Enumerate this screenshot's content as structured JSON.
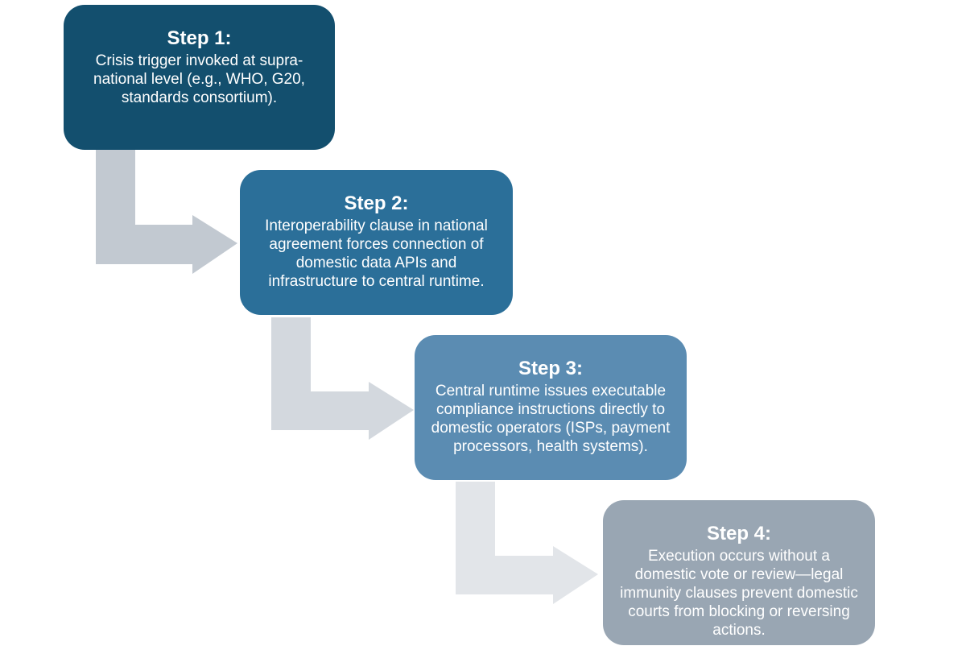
{
  "steps": [
    {
      "title": "Step 1:",
      "description": "Crisis trigger invoked at supra-national level (e.g., WHO, G20, standards consortium).",
      "color": "#134f6e"
    },
    {
      "title": "Step 2:",
      "description": "Interoperability clause in national agreement forces connection of domestic data APIs and infrastructure to central runtime.",
      "color": "#2b6f99"
    },
    {
      "title": "Step 3:",
      "description": "Central runtime issues executable compliance instructions directly to domestic operators (ISPs, payment processors, health systems).",
      "color": "#5b8cb2"
    },
    {
      "title": "Step 4:",
      "description": "Execution occurs without a domestic vote or review—legal immunity clauses prevent domestic courts from blocking or reversing actions.",
      "color": "#99a6b3"
    }
  ],
  "connector_colors": [
    "#c2c9d1",
    "#d3d8de",
    "#e2e5e9"
  ]
}
